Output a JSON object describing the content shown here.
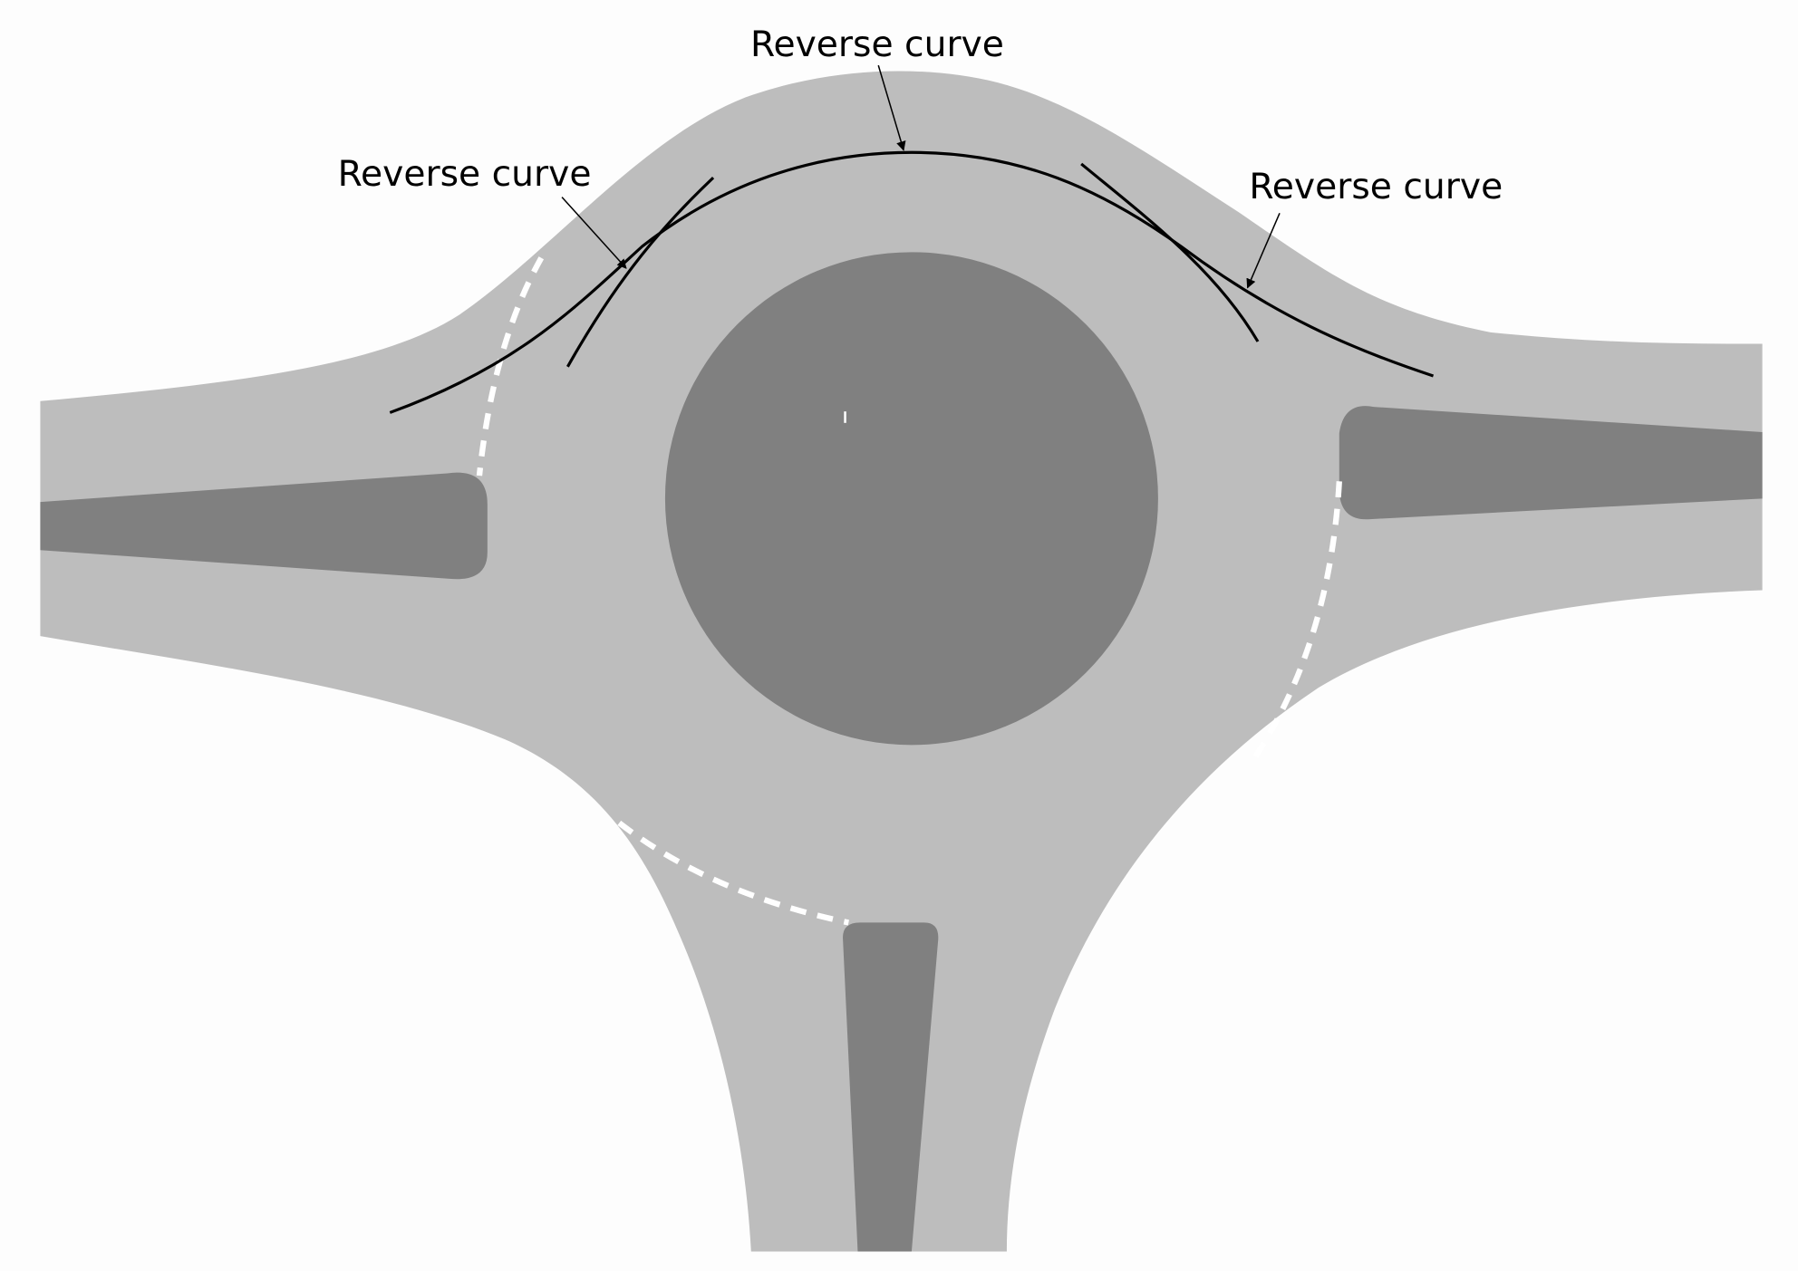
{
  "labels": {
    "top": "Reverse curve",
    "left": "Reverse curve",
    "right": "Reverse curve"
  },
  "colors": {
    "road": "#bdbdbd",
    "island": "#808080",
    "marking": "#ffffff",
    "curve": "#000000"
  }
}
